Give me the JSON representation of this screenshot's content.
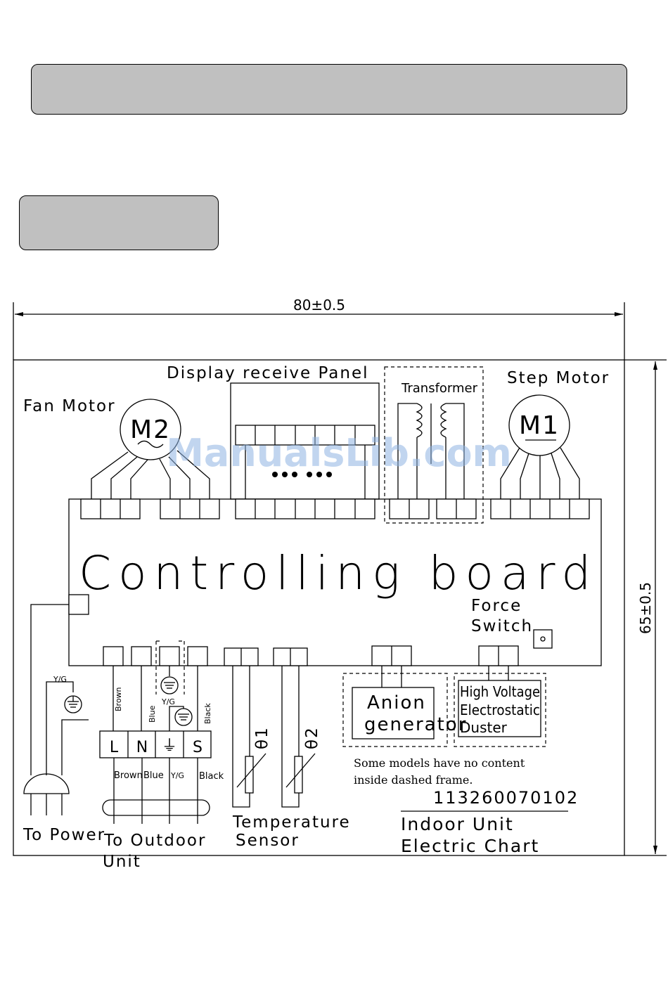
{
  "dimensions": {
    "width_label": "80±0.5",
    "height_label": "65±0.5"
  },
  "labels": {
    "fan_motor": "Fan Motor",
    "display_panel": "Display receive Panel",
    "transformer": "Transformer",
    "step_motor": "Step Motor",
    "board": "Controlling board",
    "force_switch_1": "Force",
    "force_switch_2": "Switch",
    "anion_1": "Anion",
    "anion_2": "generator",
    "hv_1": "High Voltage",
    "hv_2": "Electrostatic",
    "hv_3": "Duster",
    "note_1": "Some models have no content",
    "note_2": "inside dashed frame.",
    "part_number": "113260070102",
    "chart_title_1": "Indoor Unit",
    "chart_title_2": "Electric Chart",
    "to_power": "To Power",
    "to_outdoor_1": "To  Outdoor",
    "to_outdoor_2": "Unit",
    "temp_sensor_1": "Temperature",
    "temp_sensor_2": "Sensor",
    "theta1": "θ1",
    "theta2": "θ2",
    "m2": "M2",
    "m1": "M1"
  },
  "terminals": [
    "L",
    "N",
    "⏚",
    "S"
  ],
  "wires": {
    "vertical": [
      "Brown",
      "Blue",
      "Black"
    ],
    "yg": "Y/G",
    "bottom": [
      "Brown",
      "Blue",
      "Y/G",
      "Black"
    ]
  },
  "watermark": "ManualsLib.com"
}
